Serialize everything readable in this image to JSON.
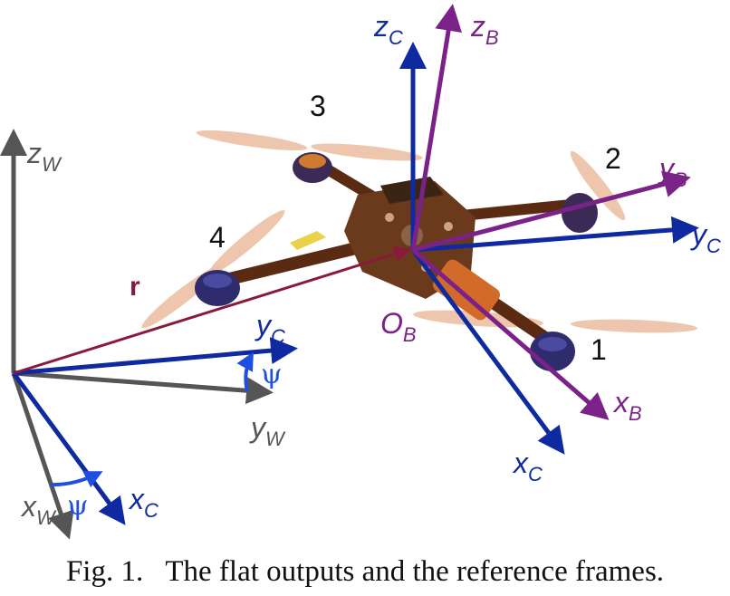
{
  "colors": {
    "world": "#555555",
    "camera": "#0f2aa0",
    "body": "#7a2287",
    "position": "#8b1a3a",
    "psi": "#1f4fe0",
    "rotor_arm": "#5a2a12",
    "propeller": "#e9b79a"
  },
  "labels": {
    "z_w": {
      "main": "z",
      "sub": "W"
    },
    "y_w": {
      "main": "y",
      "sub": "W"
    },
    "x_w": {
      "main": "x",
      "sub": "W"
    },
    "y_c_world": {
      "main": "y",
      "sub": "C"
    },
    "x_c_world": {
      "main": "x",
      "sub": "C"
    },
    "psi_top": "ψ",
    "psi_bottom": "ψ",
    "r": "r",
    "o_b": {
      "main": "O",
      "sub": "B"
    },
    "z_c": {
      "main": "z",
      "sub": "C"
    },
    "z_b": {
      "main": "z",
      "sub": "B"
    },
    "y_b": {
      "main": "y",
      "sub": "B"
    },
    "y_c_body": {
      "main": "y",
      "sub": "C"
    },
    "x_b": {
      "main": "x",
      "sub": "B"
    },
    "x_c_body": {
      "main": "x",
      "sub": "C"
    }
  },
  "rotors": [
    "1",
    "2",
    "3",
    "4"
  ],
  "caption": "Fig. 1.   The flat outputs and the reference frames."
}
